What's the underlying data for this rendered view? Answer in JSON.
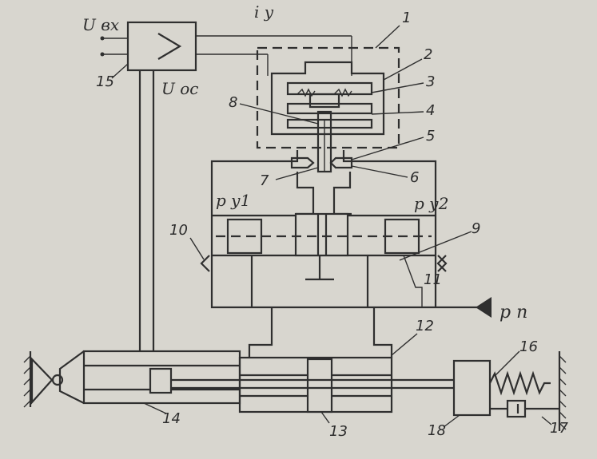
{
  "labels": {
    "u_in": "U вх",
    "i_y": "i y",
    "u_os": "U ос",
    "p_y1": "p у1",
    "p_y2": "p у2",
    "p_n": "p п"
  },
  "numbers": [
    "1",
    "2",
    "3",
    "4",
    "5",
    "6",
    "7",
    "8",
    "9",
    "10",
    "11",
    "12",
    "13",
    "14",
    "15",
    "16",
    "17",
    "18"
  ]
}
